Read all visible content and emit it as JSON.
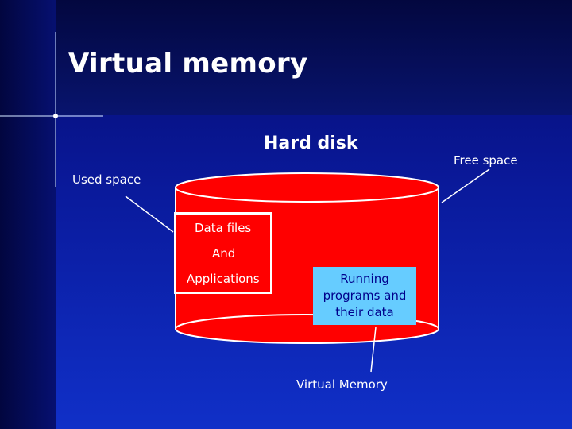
{
  "slide": {
    "title": "Virtual memory"
  },
  "diagram": {
    "hard_disk_label": "Hard disk",
    "free_space_label": "Free space",
    "used_space_label": "Used space",
    "used_box": {
      "line1": "Data files",
      "line2": "And",
      "line3": "Applications"
    },
    "virtual_memory_box_text": "Running\nprograms and\ntheir data",
    "virtual_memory_label": "Virtual Memory"
  },
  "colors": {
    "disk_fill": "#ff0000",
    "vm_box_fill": "#66ccff",
    "vm_box_text": "#00008b",
    "background": "#0a1a9c"
  }
}
